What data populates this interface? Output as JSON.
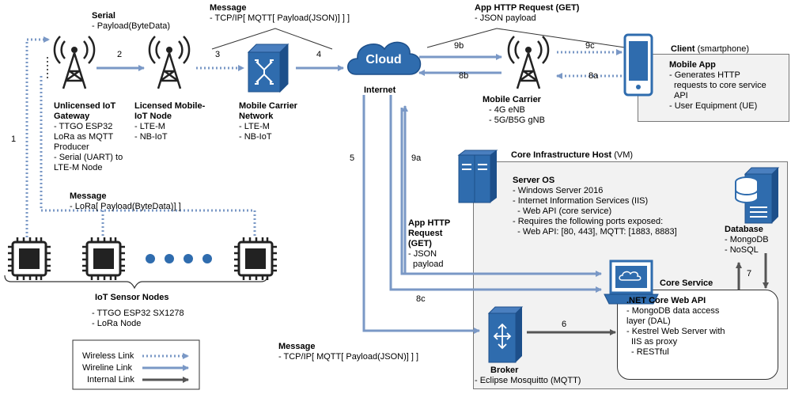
{
  "labels": {
    "serial_title": "Serial",
    "serial_payload": "- Payload(ByteData)",
    "msg_top_title": "Message",
    "msg_top_payload": "- TCP/IP[ MQTT[ Payload(JSON)] ] ]",
    "app_get_top_title": "App HTTP Request (GET)",
    "app_get_top_payload": "- JSON payload",
    "n1": "1",
    "n2": "2",
    "n3": "3",
    "n4": "4",
    "n5": "5",
    "n6": "6",
    "n7": "7",
    "n8a": "8a",
    "n8b": "8b",
    "n8c": "8c",
    "n9a": "9a",
    "n9b": "9b",
    "n9c": "9c",
    "cloud": "Cloud",
    "internet": "Internet",
    "msg_lora_title": "Message",
    "msg_lora_payload": "- LoRa[ Payload(ByteData)] ]",
    "msg_bottom_title": "Message",
    "msg_bottom_payload": "- TCP/IP[ MQTT[ Payload(JSON)] ] ]",
    "app_get_mid_title": [
      "App HTTP",
      "Request",
      "(GET)"
    ],
    "app_get_mid_body": [
      "- JSON",
      "payload"
    ]
  },
  "gateway": {
    "title": [
      "Unlicensed IoT",
      "Gateway"
    ],
    "lines": [
      "- TTGO ESP32",
      "LoRa as MQTT",
      "Producer",
      "- Serial (UART) to",
      "LTE-M Node"
    ]
  },
  "licensed_node": {
    "title": [
      "Licensed Mobile-",
      "IoT Node"
    ],
    "lines": [
      "- LTE-M",
      "- NB-IoT"
    ]
  },
  "carrier_network": {
    "title": [
      "Mobile Carrier",
      "Network"
    ],
    "lines": [
      "- LTE-M",
      "- NB-IoT"
    ]
  },
  "mobile_carrier_right": {
    "title": "Mobile Carrier",
    "lines": [
      "- 4G eNB",
      "- 5G/B5G gNB"
    ]
  },
  "client": {
    "title_bold": "Client",
    "title_rest": " (smartphone)",
    "app_title": "Mobile App",
    "lines": [
      "- Generates HTTP",
      "requests to core service",
      "API",
      "- User Equipment (UE)"
    ]
  },
  "core_host": {
    "title_bold": "Core Infrastructure Host",
    "title_rest": " (VM)"
  },
  "server_os": {
    "title": "Server OS",
    "lines": [
      "- Windows Server 2016",
      "- Internet Information Services (IIS)",
      "  - Web API (core service)",
      "- Requires the following ports exposed:",
      "  - Web API: [80, 443], MQTT: [1883, 8883]"
    ]
  },
  "database": {
    "title": "Database",
    "lines": [
      "- MongoDB",
      "- NoSQL"
    ]
  },
  "core_service": {
    "title": "Core Service",
    "api_title": ".NET Core Web API",
    "lines": [
      "- MongoDB data access",
      "layer (DAL)",
      "- Kestrel Web Server with",
      "IIS as proxy",
      "- RESTful"
    ]
  },
  "broker": {
    "title": "Broker",
    "line": "-  Eclipse Mosquitto (MQTT)"
  },
  "sensors": {
    "title": "IoT Sensor Nodes",
    "lines": [
      "- TTGO ESP32 SX1278",
      "- LoRa Node"
    ]
  },
  "legend": {
    "wireless": "Wireless Link",
    "wireline": "Wireline Link",
    "internal": "Internal Link"
  },
  "colors": {
    "link_blue": "#7a98c6",
    "internal": "#555555",
    "icon_blue": "#2f6cae",
    "panel_fill": "#f2f2f2",
    "panel_border": "#777777"
  }
}
